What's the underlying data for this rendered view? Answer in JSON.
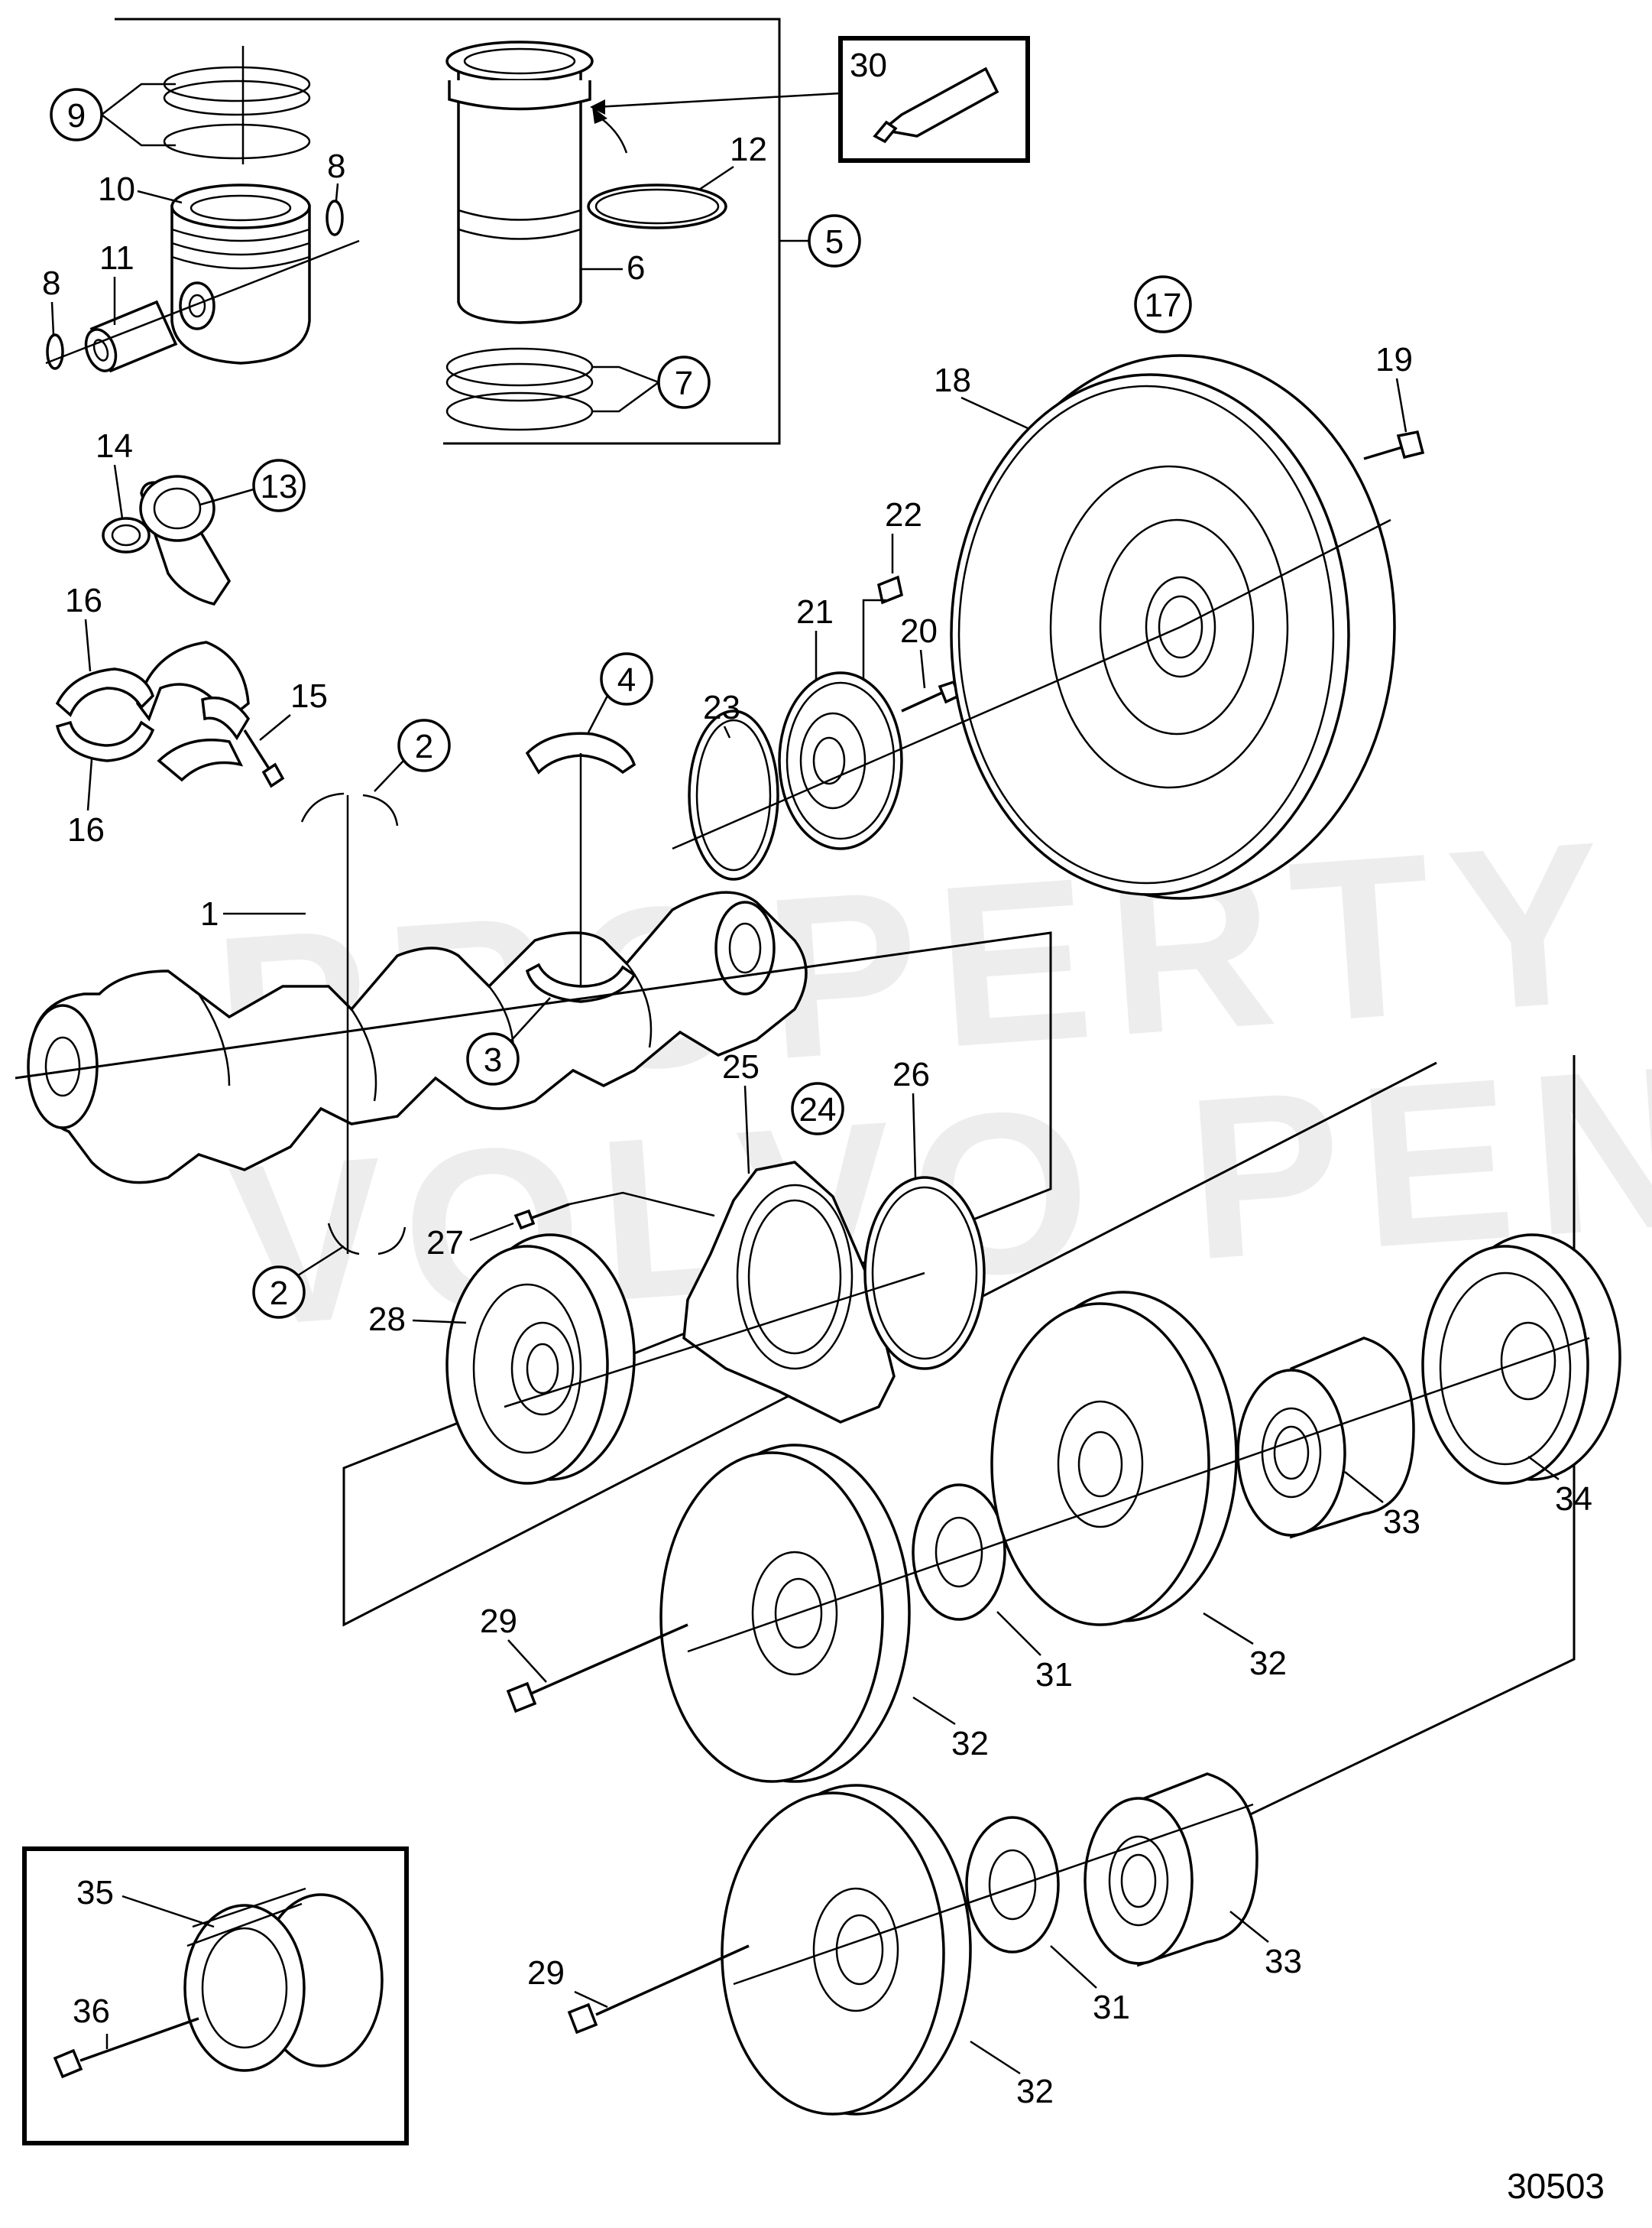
{
  "watermark": {
    "line1": "PROPERTY OF",
    "line2": "VOLVO PENTA"
  },
  "figure_number": "30503",
  "callouts": {
    "c1": "1",
    "c2a": "2",
    "c2b": "2",
    "c3": "3",
    "c4": "4",
    "c5": "5",
    "c6": "6",
    "c7": "7",
    "c8a": "8",
    "c8b": "8",
    "c9": "9",
    "c10": "10",
    "c11": "11",
    "c12": "12",
    "c13": "13",
    "c14": "14",
    "c15": "15",
    "c16a": "16",
    "c16b": "16",
    "c17": "17",
    "c18": "18",
    "c19": "19",
    "c20": "20",
    "c21": "21",
    "c22": "22",
    "c23": "23",
    "c24": "24",
    "c25": "25",
    "c26": "26",
    "c27": "27",
    "c28": "28",
    "c29a": "29",
    "c29b": "29",
    "c30": "30",
    "c31a": "31",
    "c31b": "31",
    "c32a": "32",
    "c32b": "32",
    "c32c": "32",
    "c33a": "33",
    "c33b": "33",
    "c34": "34",
    "c35": "35",
    "c36": "36"
  }
}
